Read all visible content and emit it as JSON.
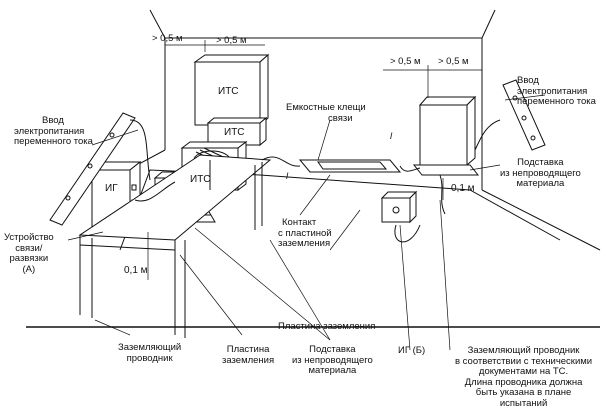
{
  "labels": {
    "its_big": "ИТС",
    "its_mid": "ИТС",
    "its_table": "ИТС",
    "its_right": "",
    "ig": "ИГ",
    "dim_05_a": "> 0,5 м",
    "dim_05_b": "> 0,5 м",
    "dim_05_c": "> 0,5 м",
    "dim_05_d": "> 0,5 м",
    "dim_01_a": "0,1 м",
    "dim_01_b": "0,1 м",
    "l_a": "l",
    "l_b": "l",
    "power_left": [
      "Ввод",
      "электропитания",
      "переменного тока"
    ],
    "power_right": [
      "Ввод",
      "электропитания",
      "переменного тока"
    ],
    "clamp": [
      "Емкостные клещи",
      "связи"
    ],
    "stand_right": [
      "Подставка",
      "из непроводящего",
      "материала"
    ],
    "coupler": [
      "Устройство",
      "связи/",
      "развязки",
      "(А)"
    ],
    "contact": [
      "Контакт",
      "с пластиной",
      "заземления"
    ],
    "ground_plate": "Пластина заземления",
    "ground_wire_left": [
      "Заземляющий",
      "проводник"
    ],
    "plate": [
      "Пластина",
      "заземления"
    ],
    "stand_bottom": [
      "Подставка",
      "из непроводящего",
      "материала"
    ],
    "ig_b": "ИГ (Б)",
    "ground_wire_right": [
      "Заземляющий проводник",
      "в соответствии с техническими",
      "документами на ТС.",
      "Длина проводника должна",
      "быть указана в плане",
      "испытаний"
    ]
  }
}
